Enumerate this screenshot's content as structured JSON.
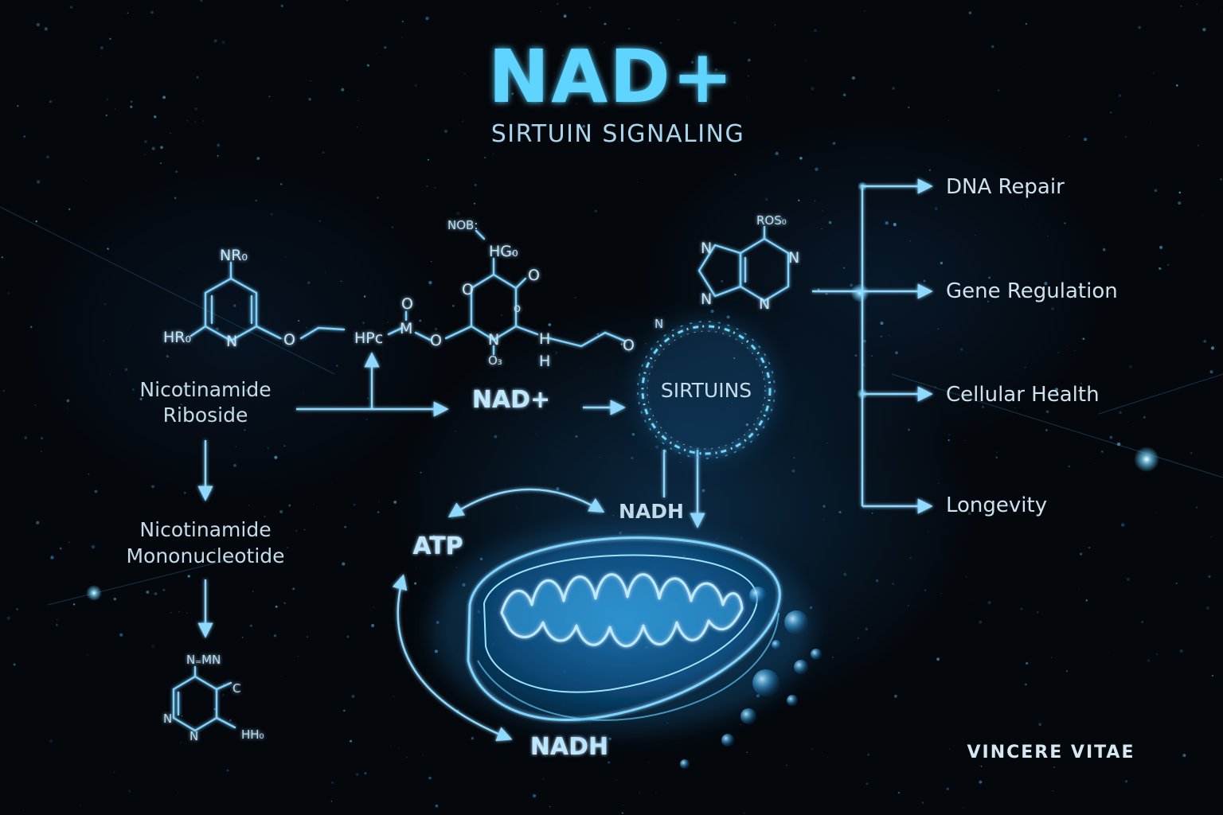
{
  "title": "NAD+",
  "subtitle": "SIRTUIN SIGNALING",
  "precursors": {
    "riboside_line1": "Nicotinamide",
    "riboside_line2": "Riboside",
    "mononucleotide_line1": "Nicotinamide",
    "mononucleotide_line2": "Mononucleotide"
  },
  "center": {
    "nad_label": "NAD+",
    "sirtuins_label": "SIRTUINS",
    "nadh_upper": "NADH",
    "atp_label": "ATP",
    "nadh_lower": "NADH"
  },
  "outcomes": [
    "DNA Repair",
    "Gene Regulation",
    "Cellular Health",
    "Longevity"
  ],
  "molecule_labels": {
    "m1_top": "NR₀",
    "m1_left": "HR₀",
    "m1_n": "N",
    "m1_o": "O",
    "m2_hpc": "HPc",
    "m2_o_top": "O",
    "m2_m": "M",
    "m2_o": "O",
    "m3_nob": "NOB:",
    "m3_hg": "HG₀",
    "m3_o_ring": "O",
    "m3_o_right": "O",
    "m3_o_small": "o",
    "m3_n": "N",
    "m3_o_down": "O",
    "m3_o3": "O₃",
    "m3_h1": "H",
    "m3_h2": "H",
    "m4_o": "O",
    "m4_n": "N",
    "m5_ros": "ROS₀",
    "m5_n1": "N",
    "m5_n2": "N",
    "m5_n3": "N",
    "m5_n4": "N",
    "m6_nmn": "N₌MN",
    "m6_c": "C",
    "m6_n1": "N",
    "m6_n2": "N",
    "m6_hh": "HH₀"
  },
  "brand": "VINCERE VITAE",
  "colors": {
    "accent": "#5fd4ff",
    "background": "#04080d",
    "line": "#8fd9ff"
  }
}
